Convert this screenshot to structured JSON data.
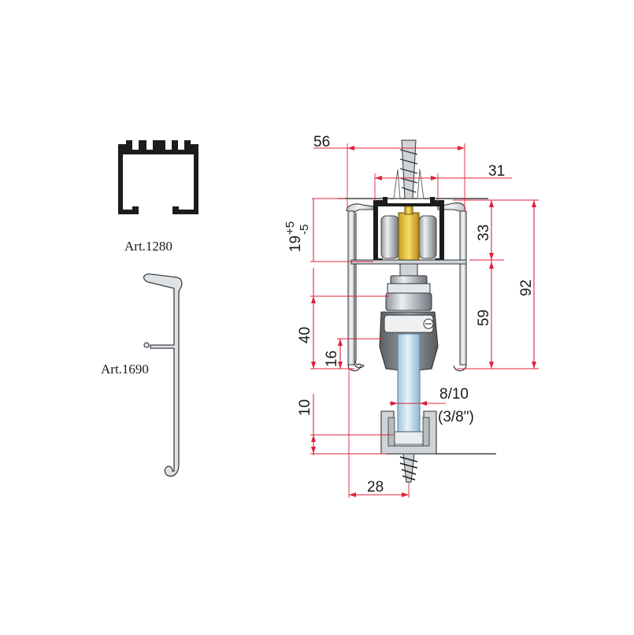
{
  "parts": {
    "profile_a": "Art.1280",
    "profile_b": "Art.1690"
  },
  "dimensions": {
    "top_width": "56",
    "inner_width": "31",
    "tolerance_main": "19",
    "tolerance_plus": "+5",
    "tolerance_minus": "-5",
    "upper_height": "33",
    "total_height": "92",
    "lower_height": "59",
    "hanger_height": "40",
    "clearance": "16",
    "guide_height": "10",
    "glass_thickness": "8/10",
    "glass_thickness_inch": "(3/8\")",
    "guide_width": "28"
  },
  "colors": {
    "dimension_line": "#e0223a",
    "profile_dark": "#1c1c1c",
    "aluminium": "#d5dade",
    "brass": "#e8c532"
  }
}
